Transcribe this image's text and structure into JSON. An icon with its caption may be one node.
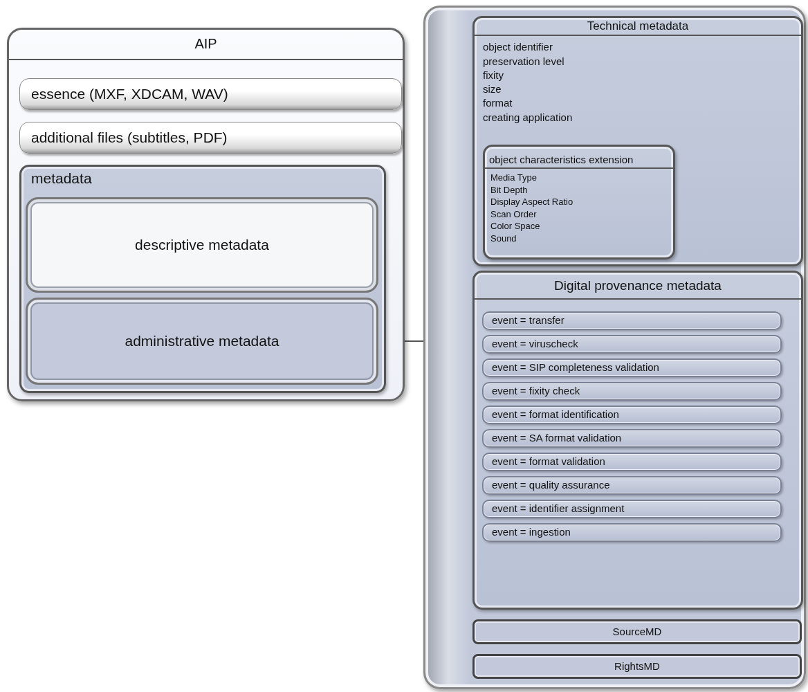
{
  "diagram": {
    "nodes": [
      {
        "text": [
          "AIP"
        ]
      },
      {
        "text": [
          "essence (MXF, XDCAM, WAV)"
        ],
        "in": 0
      },
      {
        "text": [
          "additional files (subtitles, PDF)"
        ],
        "in": 0
      },
      {
        "text": [
          "metadata"
        ],
        "in": 0
      },
      {
        "text": [
          "descriptive metadata"
        ],
        "in": 3
      },
      {
        "text": [
          "administrative metadata"
        ],
        "in": 3
      },
      {
        "text": [],
        "shape": "box"
      },
      {
        "text": [
          "Technical metadata",
          "object identifier",
          "preservation level",
          "fixity",
          "size",
          "format",
          "creating application"
        ],
        "in": 6
      },
      {
        "text": [
          "object characteristics extension",
          "Media Type",
          "Bit Depth",
          "Display Aspect Ratio",
          "Scan Order",
          "Color Space",
          "Sound"
        ],
        "in": 7
      },
      {
        "text": [
          "Digital provenance metadata"
        ],
        "in": 6
      },
      {
        "text": [
          "event = transfer"
        ],
        "in": 9
      },
      {
        "text": [
          "event = viruscheck"
        ],
        "in": 9
      },
      {
        "text": [
          "event = SIP completeness validation"
        ],
        "in": 9
      },
      {
        "text": [
          "event = fixity check"
        ],
        "in": 9
      },
      {
        "text": [
          "event = format identification"
        ],
        "in": 9
      },
      {
        "text": [
          "event = SA format validation"
        ],
        "in": 9
      },
      {
        "text": [
          "event = format validation"
        ],
        "in": 9
      },
      {
        "text": [
          "event = quality assurance"
        ],
        "in": 9
      },
      {
        "text": [
          "event = identifier assignment"
        ],
        "in": 9
      },
      {
        "text": [
          "event = ingestion"
        ],
        "in": 9
      },
      {
        "text": [
          "SourceMD"
        ],
        "in": 6
      },
      {
        "text": [
          "RightsMD"
        ],
        "in": 6
      }
    ],
    "edges": [
      {
        "from": 5,
        "to": 6,
        "arrow": "none"
      }
    ]
  }
}
